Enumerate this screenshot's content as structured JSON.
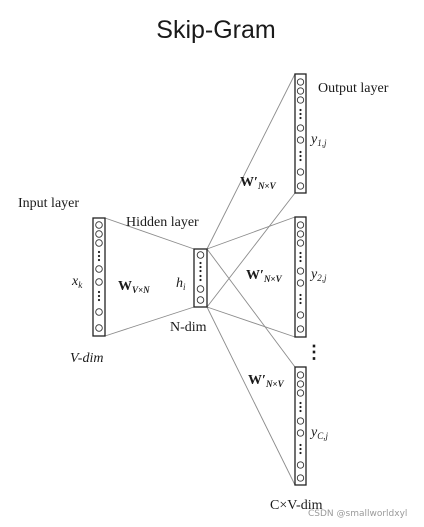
{
  "title": "Skip-Gram",
  "labels": {
    "input_layer": "Input layer",
    "hidden_layer": "Hidden layer",
    "output_layer": "Output layer",
    "input_vector": "x",
    "input_vector_sub": "k",
    "hidden_vector": "h",
    "hidden_vector_sub": "i",
    "input_weights": "W",
    "input_weights_sub": "V×N",
    "output_weights": "W′",
    "output_weights_sub": "N×V",
    "output_1": "y",
    "output_1_sub": "1,j",
    "output_2": "y",
    "output_2_sub": "2,j",
    "output_c": "y",
    "output_c_sub": "C,j",
    "v_dim": "V-dim",
    "n_dim": "N-dim",
    "cv_dim": "C×V-dim",
    "vertical_ellipsis": "⋮",
    "watermark": "CSDN @smallworldxyl"
  }
}
